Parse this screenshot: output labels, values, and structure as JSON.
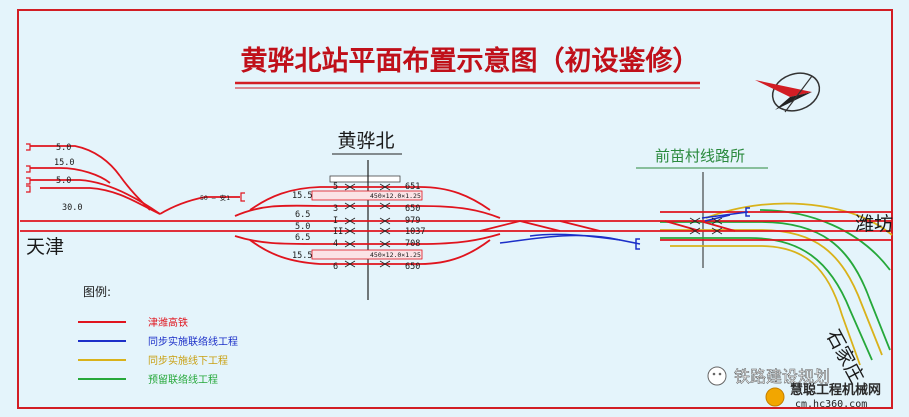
{
  "title": "黄骅北站平面布置示意图（初设鉴修）",
  "station_name": "黄骅北",
  "junction_name": "前苗村线路所",
  "destinations": {
    "west": "天津",
    "east": "潍坊",
    "south": "石家庄"
  },
  "track_distances_left": [
    "5.0",
    "15.0",
    "5.0",
    "30.0"
  ],
  "track_distances_mid": [
    "15.5",
    "6.5",
    "5.0",
    "6.5",
    "15.5"
  ],
  "signal_label": "50 — 安1",
  "track_numbers": [
    "5",
    "3",
    "I",
    "II",
    "4",
    "6"
  ],
  "track_lengths": [
    "651",
    "650",
    "979",
    "1037",
    "708",
    "650"
  ],
  "platform_labels": [
    "450×12.0×1.25",
    "450×12.0×1.25"
  ],
  "legend": {
    "title": "图例:",
    "items": [
      {
        "label": "津潍高铁",
        "color": "#e0141e"
      },
      {
        "label": "同步实施联络线工程",
        "color": "#1c2fc8"
      },
      {
        "label": "同步实施线下工程",
        "color": "#d9b21a"
      },
      {
        "label": "预留联络线工程",
        "color": "#26a83a"
      }
    ]
  },
  "watermark": {
    "wechat": "铁路建设规划",
    "brand": "慧聪工程机械网",
    "url": "cm.hc360.com"
  }
}
